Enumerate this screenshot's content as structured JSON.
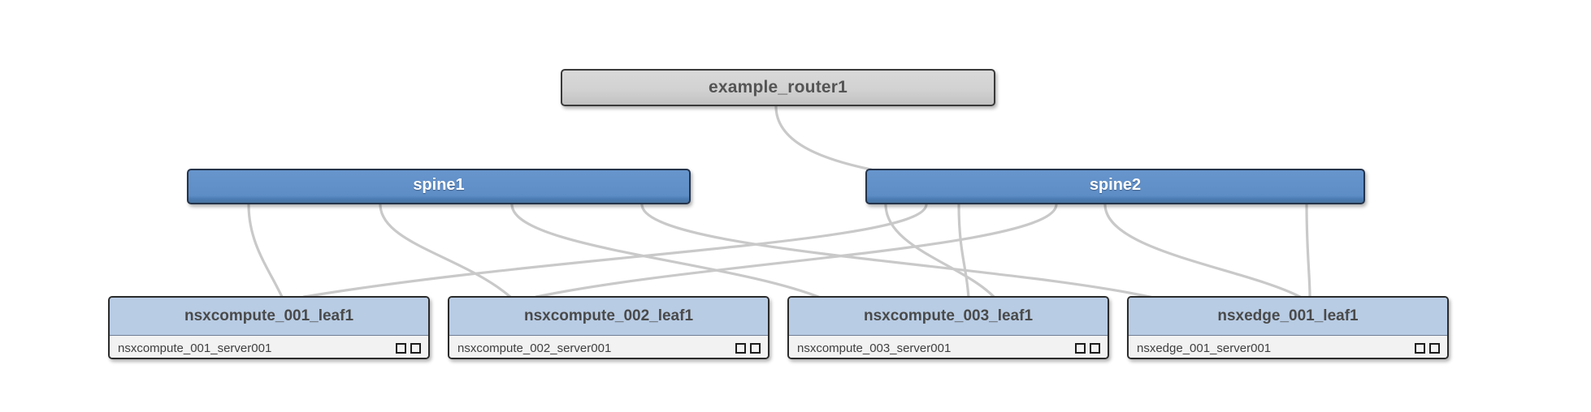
{
  "diagram": {
    "type": "network-topology",
    "title": "",
    "background": "#ffffff",
    "colors": {
      "router_fill": "#d2d2d2",
      "spine_fill": "#5e8dc6",
      "leaf_header_fill": "#b8cce4",
      "leaf_row_fill": "#f2f2f2",
      "edge_stroke": "#c9c9c9",
      "node_border": "#2b2b2b",
      "router_text": "#545454",
      "spine_text": "#ffffff",
      "leaf_text": "#4a4a4a"
    }
  },
  "router": {
    "label": "example_router1",
    "kind": "router"
  },
  "spines": [
    {
      "label": "spine1",
      "kind": "spine"
    },
    {
      "label": "spine2",
      "kind": "spine"
    }
  ],
  "leaves": [
    {
      "label": "nsxcompute_001_leaf1",
      "server": "nsxcompute_001_server001",
      "icons": [
        "square-icon",
        "square-icon"
      ]
    },
    {
      "label": "nsxcompute_002_leaf1",
      "server": "nsxcompute_002_server001",
      "icons": [
        "square-icon",
        "square-icon"
      ]
    },
    {
      "label": "nsxcompute_003_leaf1",
      "server": "nsxcompute_003_server001",
      "icons": [
        "square-icon",
        "square-icon"
      ]
    },
    {
      "label": "nsxedge_001_leaf1",
      "server": "nsxedge_001_server001",
      "icons": [
        "square-icon",
        "square-icon"
      ]
    }
  ],
  "links": [
    {
      "from": "example_router1",
      "to": "spine2"
    },
    {
      "from": "spine1",
      "to": "nsxcompute_001_leaf1"
    },
    {
      "from": "spine1",
      "to": "nsxcompute_002_leaf1"
    },
    {
      "from": "spine1",
      "to": "nsxcompute_003_leaf1"
    },
    {
      "from": "spine1",
      "to": "nsxedge_001_leaf1"
    },
    {
      "from": "spine2",
      "to": "nsxcompute_001_leaf1"
    },
    {
      "from": "spine2",
      "to": "nsxcompute_002_leaf1"
    },
    {
      "from": "spine2",
      "to": "nsxcompute_003_leaf1"
    },
    {
      "from": "spine2",
      "to": "nsxedge_001_leaf1"
    }
  ]
}
